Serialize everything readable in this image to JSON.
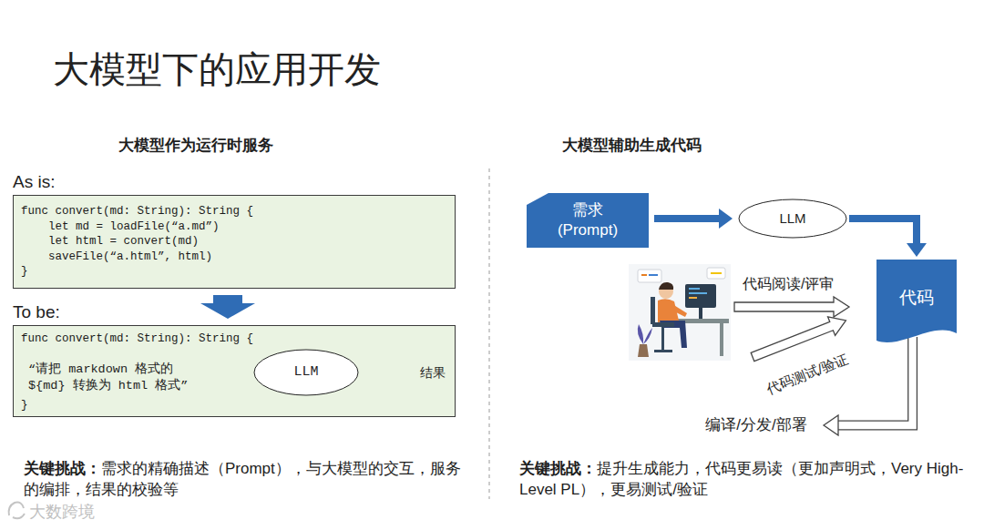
{
  "diagram": {
    "title": "大模型下的应用开发",
    "nodes": [
      {
        "text": [
          "As is:",
          "func convert(md: String): String {",
          "let md = loadFile(“a.md”)",
          "let html = convert(md)",
          "saveFile(“a.html”, html)",
          "}"
        ]
      },
      {
        "text": [
          "To be:",
          "func convert(md: String): String {",
          "}"
        ]
      },
      {
        "text": [
          "“请把 markdown 格式的${md} 转换为 html 格式”"
        ],
        "in": 1
      },
      {
        "text": [
          "LLM"
        ],
        "in": 1
      },
      {
        "text": [
          "结果"
        ],
        "in": 1
      },
      {
        "text": [
          "需求",
          "(Prompt)"
        ]
      },
      {
        "text": [
          "LLM"
        ]
      },
      {
        "text": [
          "代码"
        ]
      },
      {
        "text": [
          "编译/分发/部署"
        ]
      }
    ],
    "edges": [
      {
        "from": 2,
        "to": 3,
        "arrow": "to"
      },
      {
        "from": 3,
        "to": 4,
        "arrow": "to"
      },
      {
        "from": 5,
        "to": 6,
        "arrow": "to"
      },
      {
        "from": 6,
        "to": 7,
        "arrow": "to"
      },
      {
        "from": 7,
        "to": 8,
        "arrow": "to"
      }
    ],
    "labels": [
      "大模型作为运行时服务",
      "大模型辅助生成代码",
      "关键挑战：",
      "需求的精确描述（Prompt），与大模型的交互，服务的编排，结果的校验等",
      "代码阅读/评审",
      "代码测试/验证",
      "关键挑战：",
      "提升生成能力，代码更易读（更加声明式，Very High-Level PL），更易测试/验证",
      "大数跨境"
    ]
  }
}
